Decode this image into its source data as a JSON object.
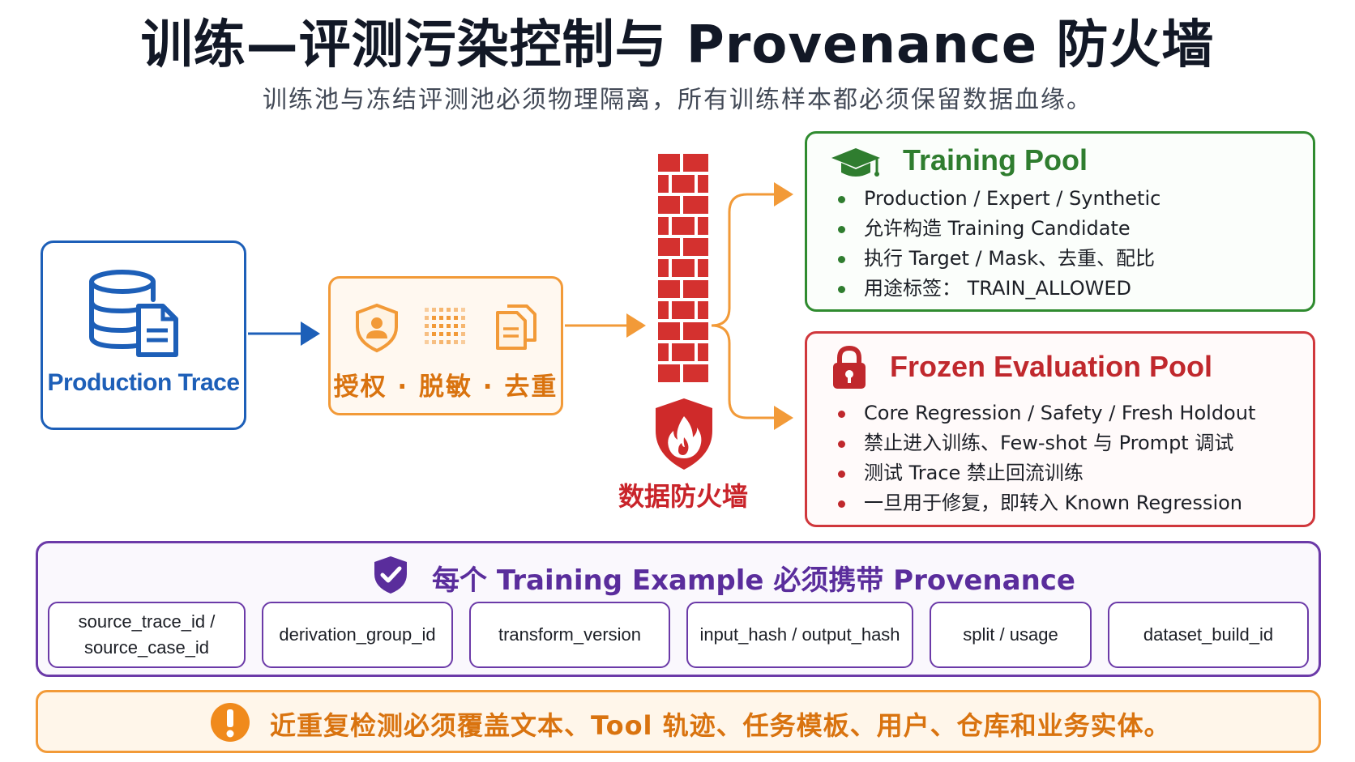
{
  "header": {
    "title": "训练—评测污染控制与 Provenance 防火墙",
    "subtitle": "训练池与冻结评测池必须物理隔离，所有训练样本都必须保留数据血缘。"
  },
  "source": {
    "label": "Production Trace",
    "icon": "database-document-icon"
  },
  "process": {
    "label": "授权 · 脱敏 · 去重",
    "icons": [
      "user-shield-icon",
      "mask-grid-icon",
      "duplicate-docs-icon"
    ]
  },
  "firewall": {
    "label": "数据防火墙",
    "icon": "fire-shield-icon"
  },
  "training_pool": {
    "title": "Training Pool",
    "icon": "graduation-cap-icon",
    "items": [
      "Production / Expert / Synthetic",
      "允许构造 Training Candidate",
      "执行 Target / Mask、去重、配比",
      "用途标签： TRAIN_ALLOWED"
    ]
  },
  "frozen_pool": {
    "title": "Frozen Evaluation Pool",
    "icon": "lock-icon",
    "items": [
      "Core Regression / Safety / Fresh Holdout",
      "禁止进入训练、Few-shot 与 Prompt 调试",
      "测试 Trace 禁止回流训练",
      "一旦用于修复，即转入 Known Regression"
    ]
  },
  "provenance": {
    "title": "每个 Training Example 必须携带 Provenance",
    "icon": "check-shield-icon",
    "fields": [
      "source_trace_id / source_case_id",
      "derivation_group_id",
      "transform_version",
      "input_hash / output_hash",
      "split / usage",
      "dataset_build_id"
    ]
  },
  "warning": {
    "text": "近重复检测必须覆盖文本、Tool 轨迹、任务模板、用户、仓库和业务实体。",
    "icon": "exclamation-icon"
  },
  "colors": {
    "blue": "#1d5fb8",
    "orange": "#f29a38",
    "red": "#c9242a",
    "green": "#2f8b2f",
    "purple": "#6b3aa8"
  }
}
